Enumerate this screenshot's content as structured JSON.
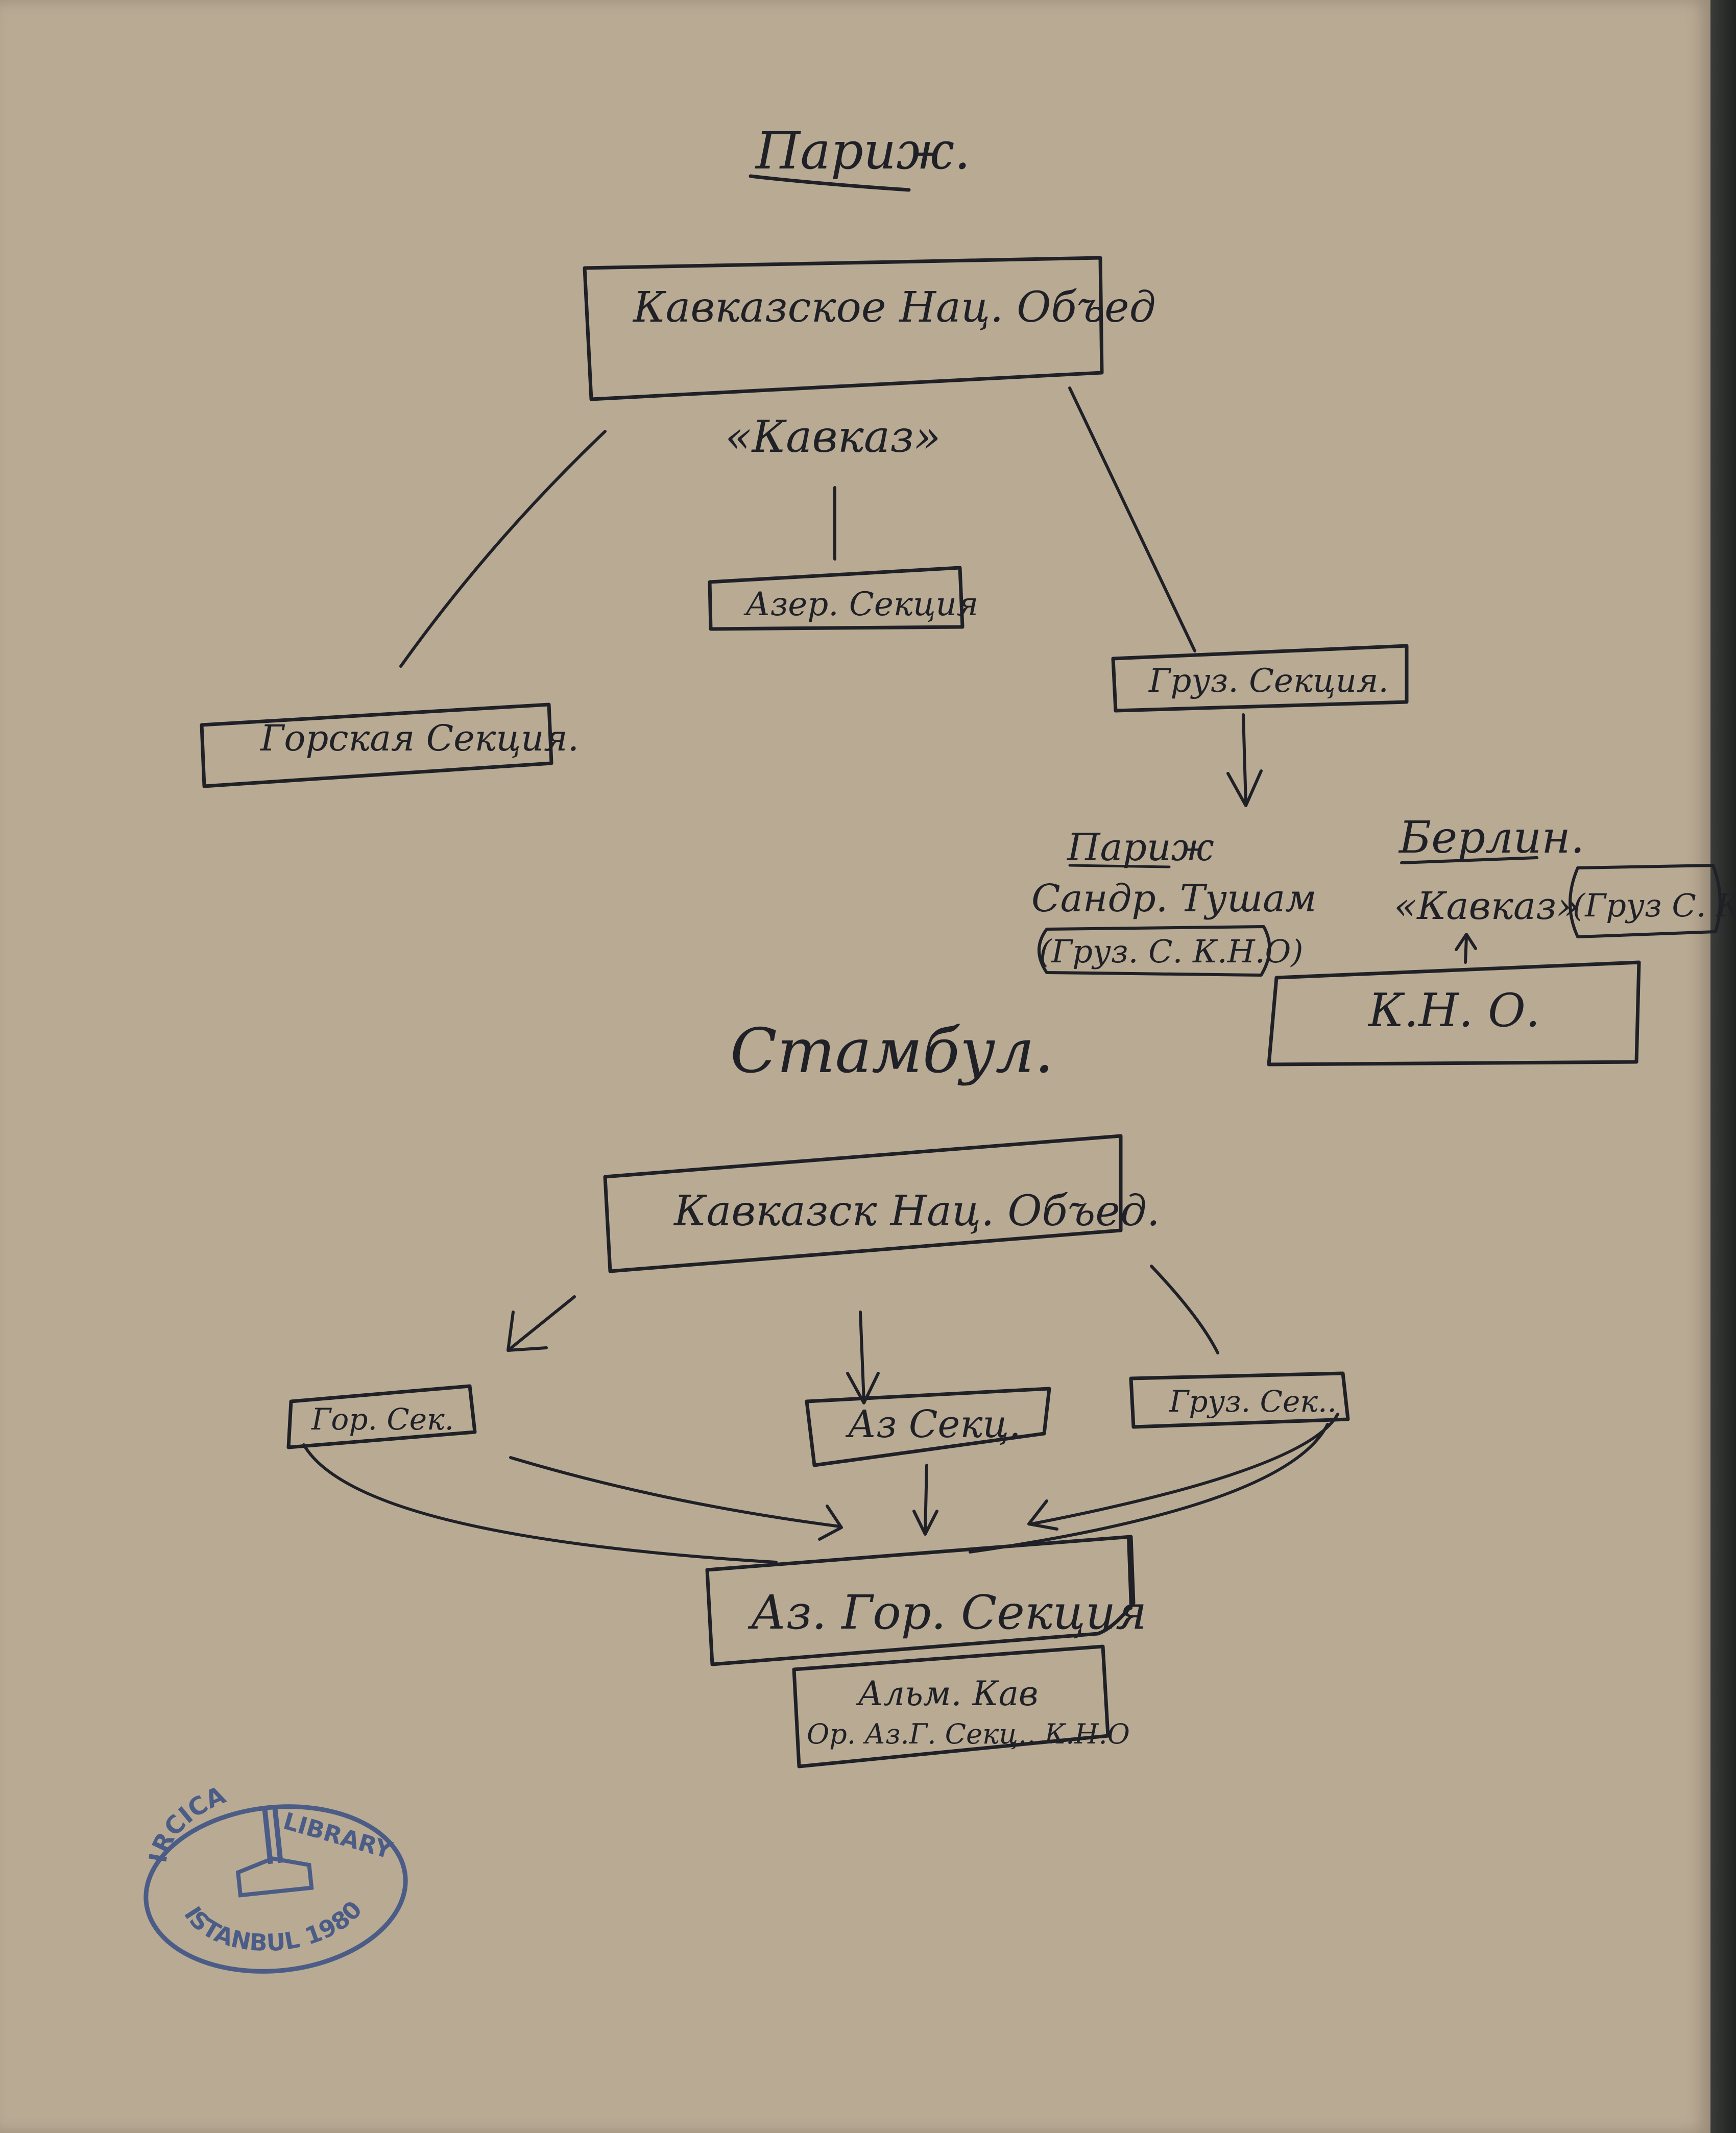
{
  "paris": {
    "heading": "Париж.",
    "main_box": "Кавказское Нац. Объед",
    "journal": "«Кавказ»",
    "azer_section": "Азер. Секция",
    "gorsk_section": "Горская Секция.",
    "gruz_section": "Груз. Секция.",
    "paris_sub_heading": "Париж",
    "paris_sub_line1": "Сандр. Тушам",
    "paris_sub_line2": "(Груз. С. К.Н.О)",
    "berlin_heading": "Берлин.",
    "berlin_journal": "«Кавказ»",
    "berlin_note": "(Груз С. К.Н.О)",
    "kno_box": "К.Н. О."
  },
  "istanbul": {
    "heading": "Стамбул.",
    "main_box": "Кавказск Нац. Объед.",
    "gor_section": "Гор. Сек.",
    "az_section": "Аз Секц.",
    "gruz_section": "Груз. Сек..",
    "combined_box": "Аз. Гор. Секция",
    "sub_line1": "Альм. Кав",
    "sub_line2": "Ор. Аз.Г. Секц.. К.Н.О"
  },
  "stamp": {
    "top_text": "IRCICA",
    "right_text": "LIBRARY",
    "bottom_text": "ISTANBUL 1980",
    "color": "#4b5d86"
  },
  "colors": {
    "paper": "#b9aa94",
    "ink": "#1f2127"
  }
}
